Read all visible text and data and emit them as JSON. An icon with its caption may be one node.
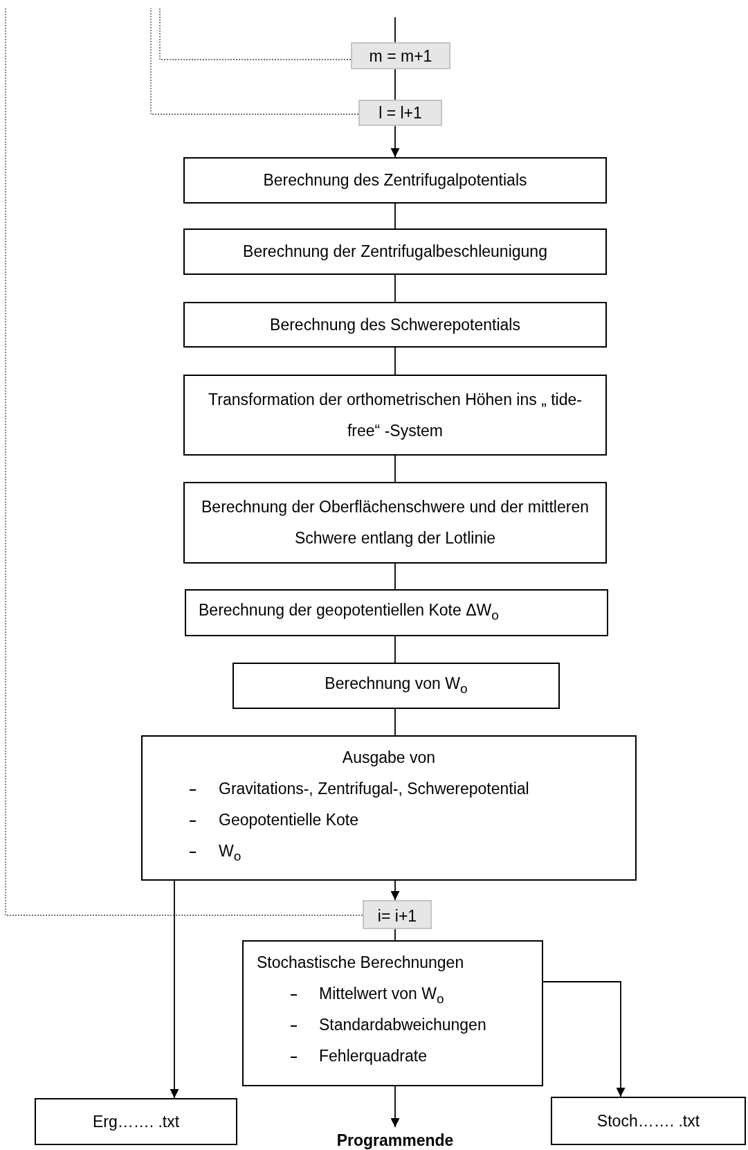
{
  "diagram": {
    "nodes": [
      {
        "text": [
          "m = m+1"
        ]
      },
      {
        "text": [
          "l = l+1"
        ]
      },
      {
        "text": [
          "Berechnung des Zentrifugalpotentials"
        ]
      },
      {
        "text": [
          "Berechnung der Zentrifugalbeschleunigung"
        ]
      },
      {
        "text": [
          "Berechnung des Schwerepotentials"
        ]
      },
      {
        "text": [
          "Transformation der orthometrischen Höhen ins „ tide-free“ -System"
        ]
      },
      {
        "text": [
          "Berechnung der Oberflächenschwere und der mittleren Schwere entlang der Lotlinie"
        ]
      },
      {
        "text": [
          "Berechnung der geopotentiellen Kote ΔW$_{o}$"
        ]
      },
      {
        "text": [
          "Berechnung von W$_{o}$"
        ]
      },
      {
        "text": [
          "Ausgabe von",
          "Gravitations-, Zentrifugal-, Schwerepotential",
          "Geopotentielle Kote",
          "W$_{o}$"
        ]
      },
      {
        "text": [
          "i= i+1"
        ]
      },
      {
        "text": [
          "Stochastische Berechnungen",
          "Mittelwert von W$_{o}$",
          "Standardabweichungen",
          "Fehlerquadrate"
        ]
      },
      {
        "text": [
          "Erg……. .txt"
        ]
      },
      {
        "text": [
          "Programmende"
        ]
      },
      {
        "text": [
          "Stoch……. .txt"
        ]
      }
    ],
    "edges": [
      {
        "from": null,
        "to": 0,
        "arrow": "none"
      },
      {
        "from": 0,
        "to": 1,
        "arrow": "none"
      },
      {
        "from": 1,
        "to": 2,
        "arrow": "to"
      },
      {
        "from": 2,
        "to": 3,
        "arrow": "none"
      },
      {
        "from": 3,
        "to": 4,
        "arrow": "none"
      },
      {
        "from": 4,
        "to": 5,
        "arrow": "none"
      },
      {
        "from": 5,
        "to": 6,
        "arrow": "none"
      },
      {
        "from": 6,
        "to": 7,
        "arrow": "none"
      },
      {
        "from": 7,
        "to": 8,
        "arrow": "none"
      },
      {
        "from": 8,
        "to": 9,
        "arrow": "none"
      },
      {
        "from": 9,
        "to": 10,
        "arrow": "to"
      },
      {
        "from": 10,
        "to": 11,
        "arrow": "none"
      },
      {
        "from": 11,
        "to": 13,
        "arrow": "to"
      },
      {
        "from": 9,
        "to": 12,
        "arrow": "to"
      },
      {
        "from": 11,
        "to": 14,
        "arrow": "to"
      },
      {
        "from": 0,
        "to": null,
        "arrow": "none",
        "style": "dashed"
      },
      {
        "from": 1,
        "to": null,
        "arrow": "none",
        "style": "dashed"
      },
      {
        "from": 10,
        "to": null,
        "arrow": "none",
        "style": "dashed"
      }
    ]
  }
}
